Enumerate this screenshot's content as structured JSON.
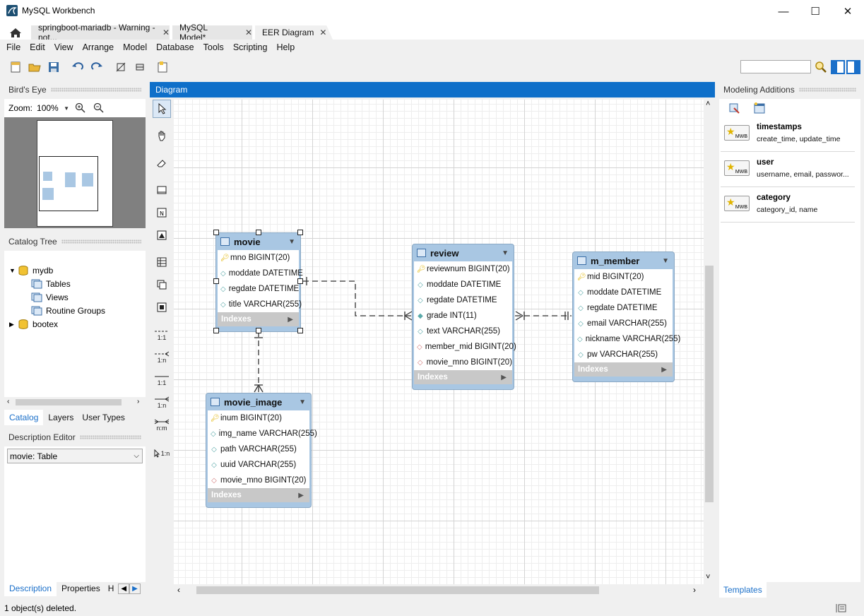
{
  "window": {
    "title": "MySQL Workbench",
    "minimize": "—",
    "maximize": "☐",
    "close": "✕"
  },
  "tabs": [
    {
      "label": "springboot-mariadb - Warning - not..."
    },
    {
      "label": "MySQL Model*"
    },
    {
      "label": "EER Diagram"
    }
  ],
  "tab_close": "✕",
  "menu": [
    "File",
    "Edit",
    "View",
    "Arrange",
    "Model",
    "Database",
    "Tools",
    "Scripting",
    "Help"
  ],
  "birds_eye": {
    "title": "Bird's Eye",
    "zoom_label": "Zoom:",
    "zoom_value": "100%"
  },
  "catalog_tree": {
    "title": "Catalog Tree",
    "items": [
      {
        "label": "mydb"
      },
      {
        "label": "Tables"
      },
      {
        "label": "Views"
      },
      {
        "label": "Routine Groups"
      },
      {
        "label": "bootex"
      }
    ],
    "tabs": [
      "Catalog",
      "Layers",
      "User Types"
    ]
  },
  "description_editor": {
    "title": "Description Editor",
    "select_value": "movie: Table"
  },
  "left_bottom_tabs": [
    "Description",
    "Properties",
    "H"
  ],
  "diagram": {
    "title": "Diagram"
  },
  "palette_labels": [
    "1:1",
    "1:n",
    "1:1",
    "1:n",
    "n:m",
    "1:n"
  ],
  "tables": {
    "movie": {
      "name": "movie",
      "columns": [
        {
          "text": "mno BIGINT(20)",
          "icon": "key"
        },
        {
          "text": "moddate DATETIME",
          "icon": "diamond"
        },
        {
          "text": "regdate DATETIME",
          "icon": "diamond"
        },
        {
          "text": "title VARCHAR(255)",
          "icon": "diamond"
        }
      ],
      "indexes_label": "Indexes"
    },
    "review": {
      "name": "review",
      "columns": [
        {
          "text": "reviewnum BIGINT(20)",
          "icon": "key"
        },
        {
          "text": "moddate DATETIME",
          "icon": "diamond"
        },
        {
          "text": "regdate DATETIME",
          "icon": "diamond"
        },
        {
          "text": "grade INT(11)",
          "icon": "diamond-filled"
        },
        {
          "text": "text VARCHAR(255)",
          "icon": "diamond"
        },
        {
          "text": "member_mid BIGINT(20)",
          "icon": "fk"
        },
        {
          "text": "movie_mno BIGINT(20)",
          "icon": "fk"
        }
      ],
      "indexes_label": "Indexes"
    },
    "m_member": {
      "name": "m_member",
      "columns": [
        {
          "text": "mid BIGINT(20)",
          "icon": "key"
        },
        {
          "text": "moddate DATETIME",
          "icon": "diamond"
        },
        {
          "text": "regdate DATETIME",
          "icon": "diamond"
        },
        {
          "text": "email VARCHAR(255)",
          "icon": "diamond"
        },
        {
          "text": "nickname VARCHAR(255)",
          "icon": "diamond"
        },
        {
          "text": "pw VARCHAR(255)",
          "icon": "diamond"
        }
      ],
      "indexes_label": "Indexes"
    },
    "movie_image": {
      "name": "movie_image",
      "columns": [
        {
          "text": "inum BIGINT(20)",
          "icon": "key"
        },
        {
          "text": "img_name VARCHAR(255)",
          "icon": "diamond"
        },
        {
          "text": "path VARCHAR(255)",
          "icon": "diamond"
        },
        {
          "text": "uuid VARCHAR(255)",
          "icon": "diamond"
        },
        {
          "text": "movie_mno BIGINT(20)",
          "icon": "fk"
        }
      ],
      "indexes_label": "Indexes"
    }
  },
  "modeling_additions": {
    "title": "Modeling Additions",
    "items": [
      {
        "title": "timestamps",
        "subtitle": "create_time, update_time"
      },
      {
        "title": "user",
        "subtitle": "username, email, passwor..."
      },
      {
        "title": "category",
        "subtitle": "category_id, name"
      }
    ],
    "icon_label": "MWB",
    "bottom_tab": "Templates"
  },
  "status": {
    "text": "1 object(s) deleted."
  },
  "colors": {
    "accent": "#0e6fc9",
    "table_header": "#a9c7e3",
    "indexes_bar": "#c8c8c8"
  }
}
